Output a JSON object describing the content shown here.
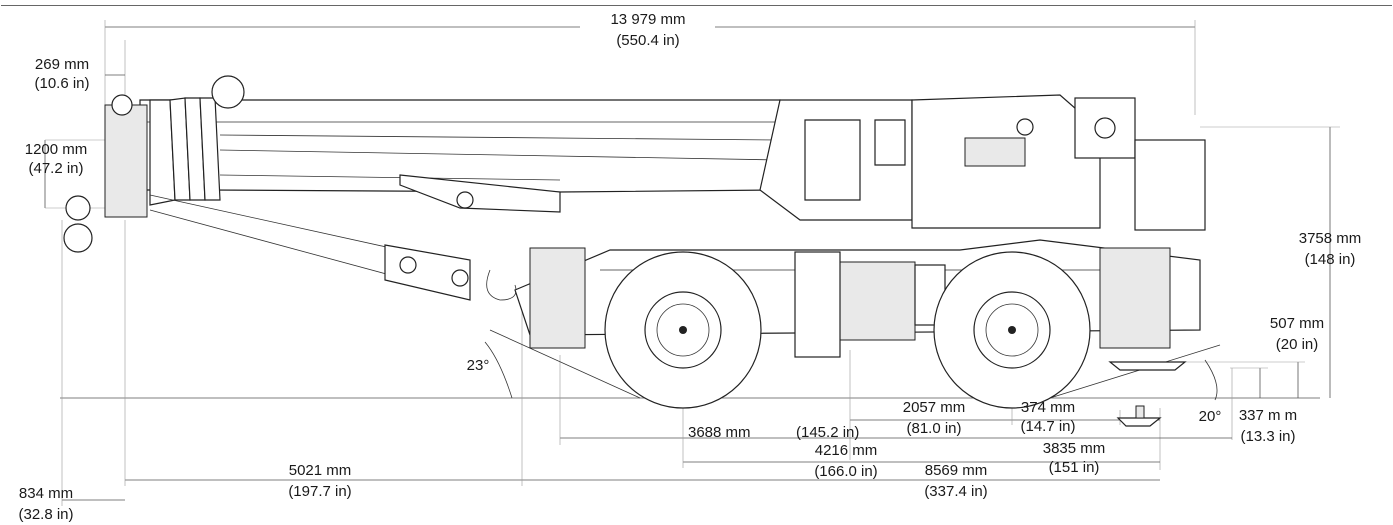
{
  "dimensions": {
    "overall_length": {
      "metric": "13 979 mm",
      "imperial": "(550.4 in)"
    },
    "sheave_offset": {
      "metric": "269 mm",
      "imperial": "(10.6 in)"
    },
    "boom_head_height": {
      "metric": "1200 mm",
      "imperial": "(47.2 in)"
    },
    "overall_height": {
      "metric": "3758 mm",
      "imperial": "(148 in)"
    },
    "ground_clearance": {
      "metric": "507 mm",
      "imperial": "(20 in)"
    },
    "departure_angle": {
      "value": "20°"
    },
    "approach_angle": {
      "value": "23°"
    },
    "outrigger_offset": {
      "metric": "337 m m",
      "imperial": "(13.3 in)"
    },
    "axle_to_rear": {
      "metric": "2057 mm",
      "imperial": "(81.0 in)"
    },
    "pad_offset": {
      "metric": "374 mm",
      "imperial": "(14.7 in)"
    },
    "rear_to_pad": {
      "metric": "3835 mm",
      "imperial": "(151 in)"
    },
    "wheelbase_span": {
      "metric": "3688 mm",
      "imperial": "(145.2 in)"
    },
    "front_to_axle": {
      "metric": "4216 mm",
      "imperial": "(166.0 in)"
    },
    "front_overhang": {
      "metric": "5021 mm",
      "imperial": "(197.7 in)"
    },
    "outrigger_span": {
      "metric": "8569 mm",
      "imperial": "(337.4 in)"
    },
    "tip_overhang": {
      "metric": "834 mm",
      "imperial": "(32.8 in)"
    }
  }
}
